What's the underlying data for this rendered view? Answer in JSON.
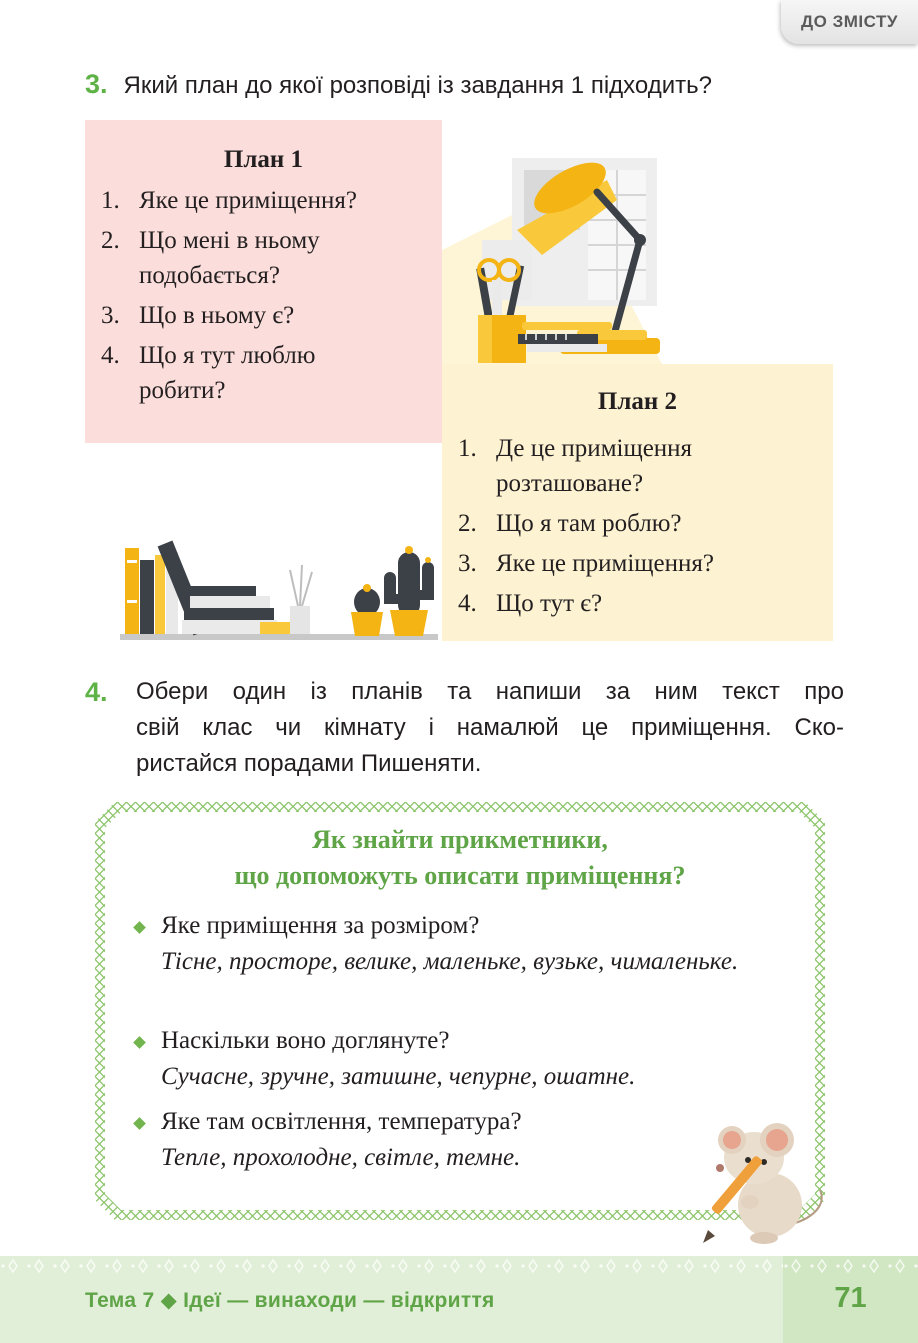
{
  "nav": {
    "contents_button": "ДО ЗМІСТУ"
  },
  "task3": {
    "number": "3.",
    "text": "Який план до якої розповіді із завдання 1 підходить?"
  },
  "plan1": {
    "title": "План 1",
    "items": [
      {
        "n": "1.",
        "text": "Яке це приміщення?"
      },
      {
        "n": "2.",
        "text": "Що мені в ньому подобається?"
      },
      {
        "n": "3.",
        "text": "Що в ньому є?"
      },
      {
        "n": "4.",
        "text": "Що я тут люблю робити?"
      }
    ]
  },
  "plan2": {
    "title": "План 2",
    "items": [
      {
        "n": "1.",
        "text": "Де це приміщення розташоване?"
      },
      {
        "n": "2.",
        "text": "Що я там роблю?"
      },
      {
        "n": "3.",
        "text": "Яке це приміщення?"
      },
      {
        "n": "4.",
        "text": "Що тут є?"
      }
    ]
  },
  "task4": {
    "number": "4.",
    "lines": [
      "Обери один із планів та напиши за ним текст про",
      "свій клас чи кімнату і намалюй це приміщення. Ско-",
      "ристайся порадами Пишеняти."
    ]
  },
  "tips": {
    "heading_lines": [
      "Як знайти прикметники,",
      "що допоможуть описати приміщення?"
    ],
    "items": [
      {
        "question": "Яке приміщення за розміром?",
        "answer": "Тісне, просторе, велике, маленьке, вузьке, чималеньке."
      },
      {
        "question": "Наскільки воно доглянуте?",
        "answer": "Сучасне, зручне, затишне, чепурне, ошатне."
      },
      {
        "question": "Яке там освітлення, температура?",
        "answer": "Тепле, прохолодне, світле, темне."
      }
    ]
  },
  "footer": {
    "topic": "Тема 7 ◆ Ідеї — винаходи — відкриття",
    "page": "71"
  },
  "colors": {
    "accent_green": "#5fb346",
    "plan1_bg": "#fbdedb",
    "plan2_bg": "#fdf3d3",
    "footer_bg": "#e2efd8"
  },
  "icons": [
    "desk-lamp-illustration",
    "books-cactus-illustration",
    "mouse-with-pencil-illustration",
    "diamond-bullet-icon"
  ]
}
